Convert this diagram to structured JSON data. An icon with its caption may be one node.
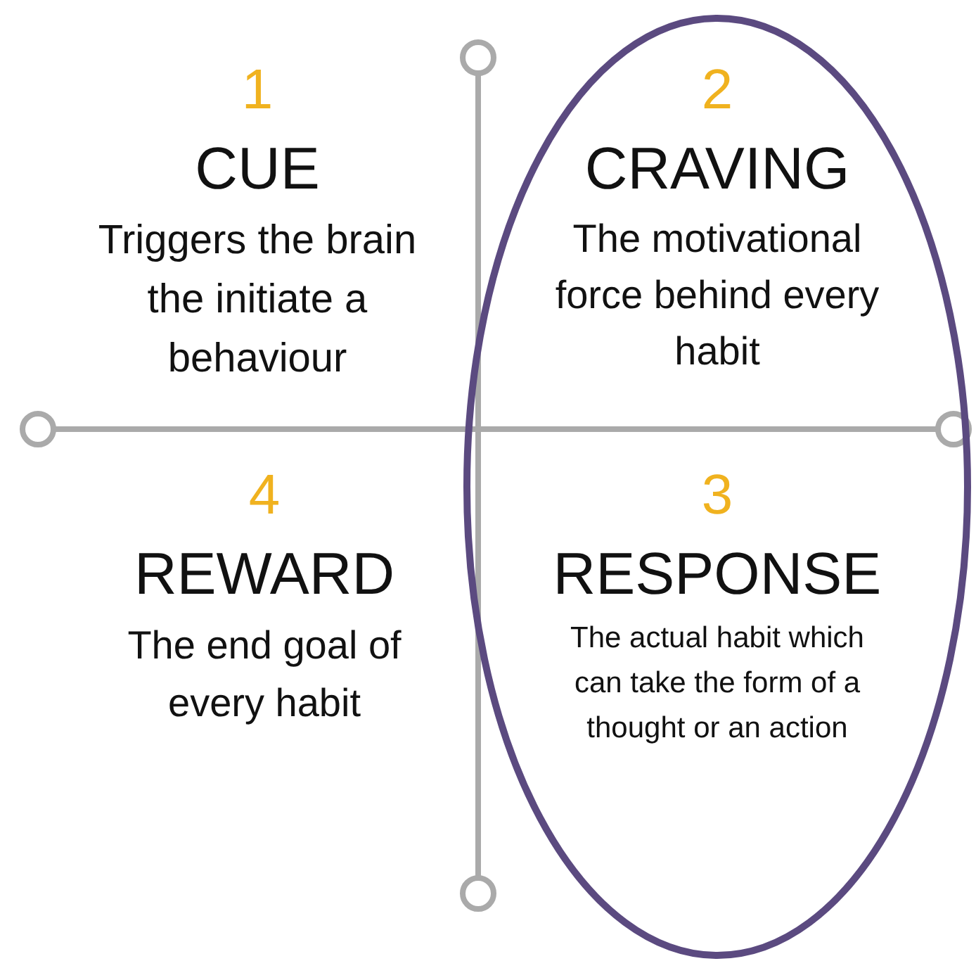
{
  "diagram": {
    "nodes": [
      {
        "text": [
          "1",
          "CUE",
          "Triggers the brain the initiate a behaviour"
        ]
      },
      {
        "text": [
          "2",
          "CRAVING",
          "The motivational force behind every habit"
        ]
      },
      {
        "text": [
          "3",
          "RESPONSE",
          "The actual habit which can take the form of a thought or an action"
        ]
      },
      {
        "text": [
          "4",
          "REWARD",
          "The end goal of every habit"
        ]
      }
    ]
  }
}
